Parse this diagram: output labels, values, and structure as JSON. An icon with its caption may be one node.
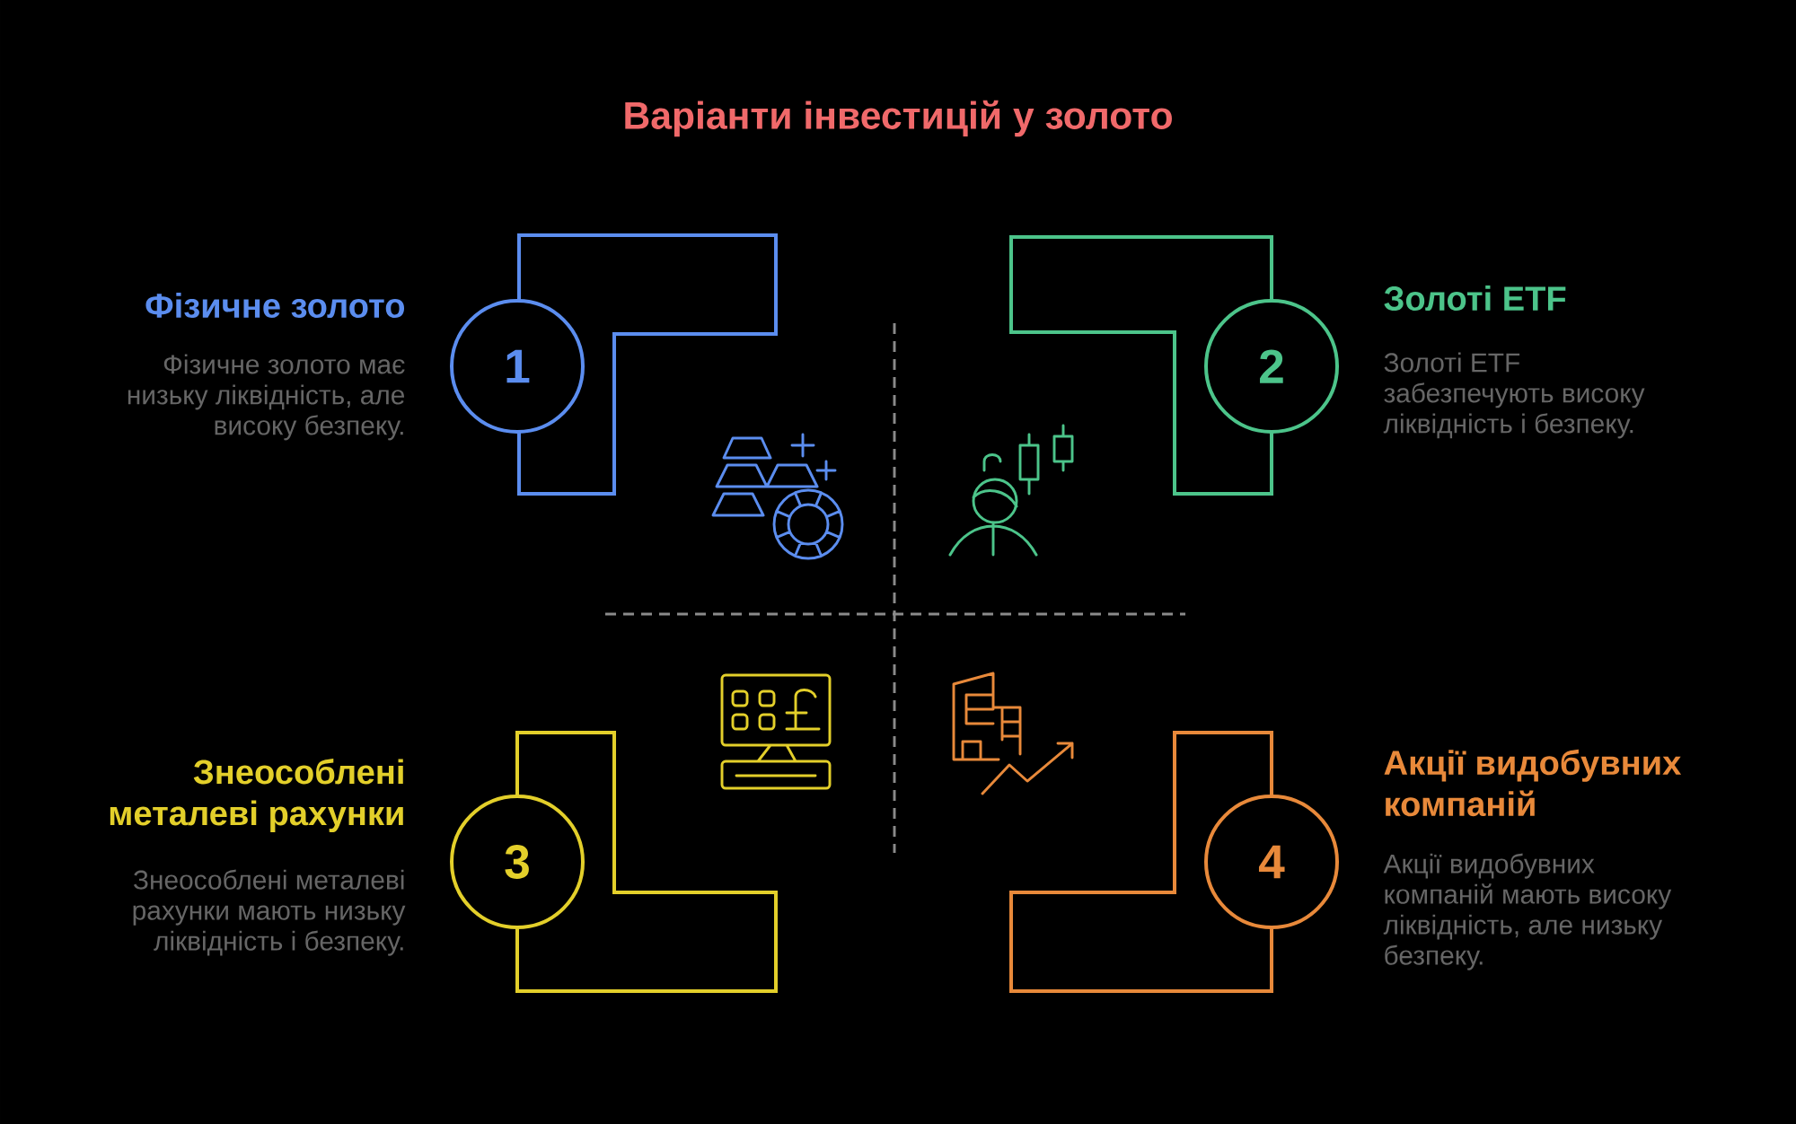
{
  "diagram": {
    "title": "Варіанти інвестицій у золото",
    "nodes": [
      {
        "text": [],
        "shape": "polygon"
      },
      {
        "text": [
          "1"
        ],
        "beside": [
          "Фізичне золото",
          "Фізичне золото має низьку ліквідність, але високу безпеку."
        ]
      },
      {
        "text": [],
        "shape": "polygon"
      },
      {
        "text": [
          "2"
        ],
        "beside": [
          "Золоті ETF",
          "Золоті ETF забезпечують високу ліквідність і безпеку."
        ]
      },
      {
        "text": [],
        "shape": "polygon"
      },
      {
        "text": [
          "3"
        ],
        "beside": [
          "Знеособлені металеві рахунки",
          "Знеособлені металеві рахунки мають низьку ліквідність і безпеку."
        ]
      },
      {
        "text": [],
        "shape": "polygon"
      },
      {
        "text": [
          "4"
        ],
        "beside": [
          "Акції видобувних компаній",
          "Акції видобувних компаній мають високу ліквідність, але низьку безпеку."
        ]
      }
    ]
  }
}
